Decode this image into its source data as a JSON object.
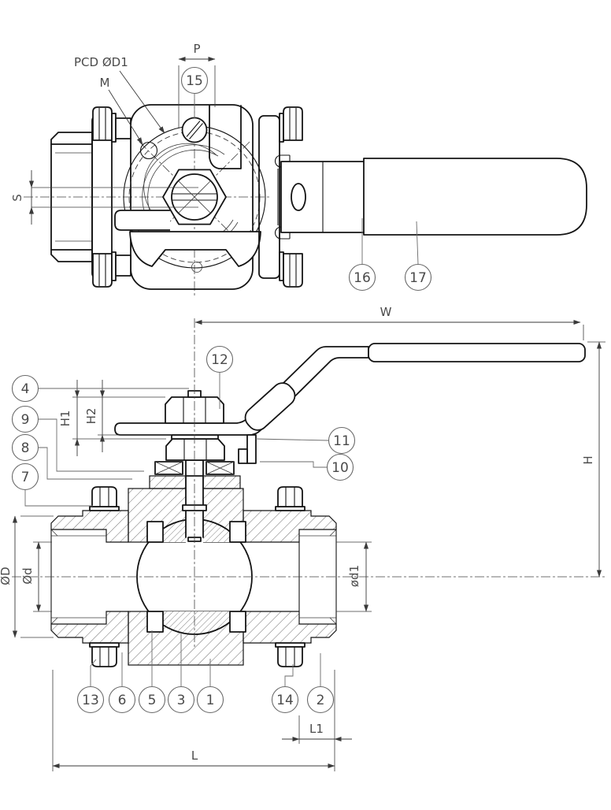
{
  "drawing": {
    "dim_labels": {
      "pcd": "PCD ØD1",
      "m": "M",
      "p": "P",
      "s": "S",
      "w": "W",
      "h": "H",
      "h1": "H1",
      "h2": "H2",
      "od_outer": "ØD",
      "od_bore": "Ød",
      "od_bore_right": "ød1",
      "l1": "L1",
      "l": "L"
    },
    "balloons": {
      "b1": "1",
      "b2": "2",
      "b3": "3",
      "b4": "4",
      "b5": "5",
      "b6": "6",
      "b7": "7",
      "b8": "8",
      "b9": "9",
      "b10": "10",
      "b11": "11",
      "b12": "12",
      "b13": "13",
      "b14": "14",
      "b15": "15",
      "b16": "16",
      "b17": "17"
    }
  }
}
